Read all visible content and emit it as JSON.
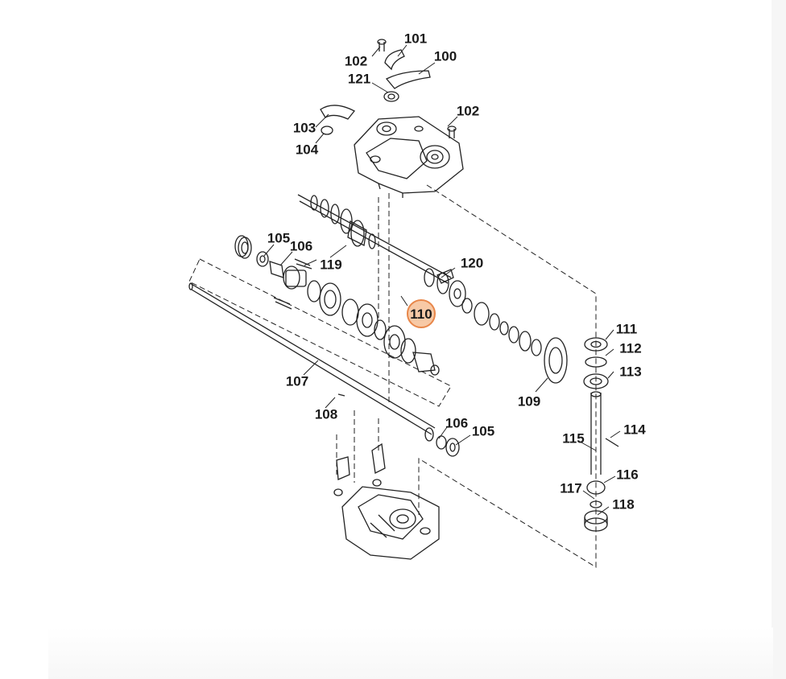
{
  "diagram": {
    "highlight_color": "#e8874a",
    "highlight_fill": "#f7c9a6",
    "line_color": "#222222",
    "callouts": [
      {
        "id": "c101",
        "label": "101"
      },
      {
        "id": "c102a",
        "label": "102"
      },
      {
        "id": "c100",
        "label": "100"
      },
      {
        "id": "c121",
        "label": "121"
      },
      {
        "id": "c102b",
        "label": "102"
      },
      {
        "id": "c103",
        "label": "103"
      },
      {
        "id": "c104",
        "label": "104"
      },
      {
        "id": "c105a",
        "label": "105"
      },
      {
        "id": "c106a",
        "label": "106"
      },
      {
        "id": "c119",
        "label": "119"
      },
      {
        "id": "c120",
        "label": "120"
      },
      {
        "id": "c110",
        "label": "110",
        "highlighted": true
      },
      {
        "id": "c111",
        "label": "111"
      },
      {
        "id": "c112",
        "label": "112"
      },
      {
        "id": "c113",
        "label": "113"
      },
      {
        "id": "c109",
        "label": "109"
      },
      {
        "id": "c107",
        "label": "107"
      },
      {
        "id": "c108",
        "label": "108"
      },
      {
        "id": "c106b",
        "label": "106"
      },
      {
        "id": "c105b",
        "label": "105"
      },
      {
        "id": "c114",
        "label": "114"
      },
      {
        "id": "c115",
        "label": "115"
      },
      {
        "id": "c116",
        "label": "116"
      },
      {
        "id": "c117",
        "label": "117"
      },
      {
        "id": "c118",
        "label": "118"
      }
    ]
  }
}
